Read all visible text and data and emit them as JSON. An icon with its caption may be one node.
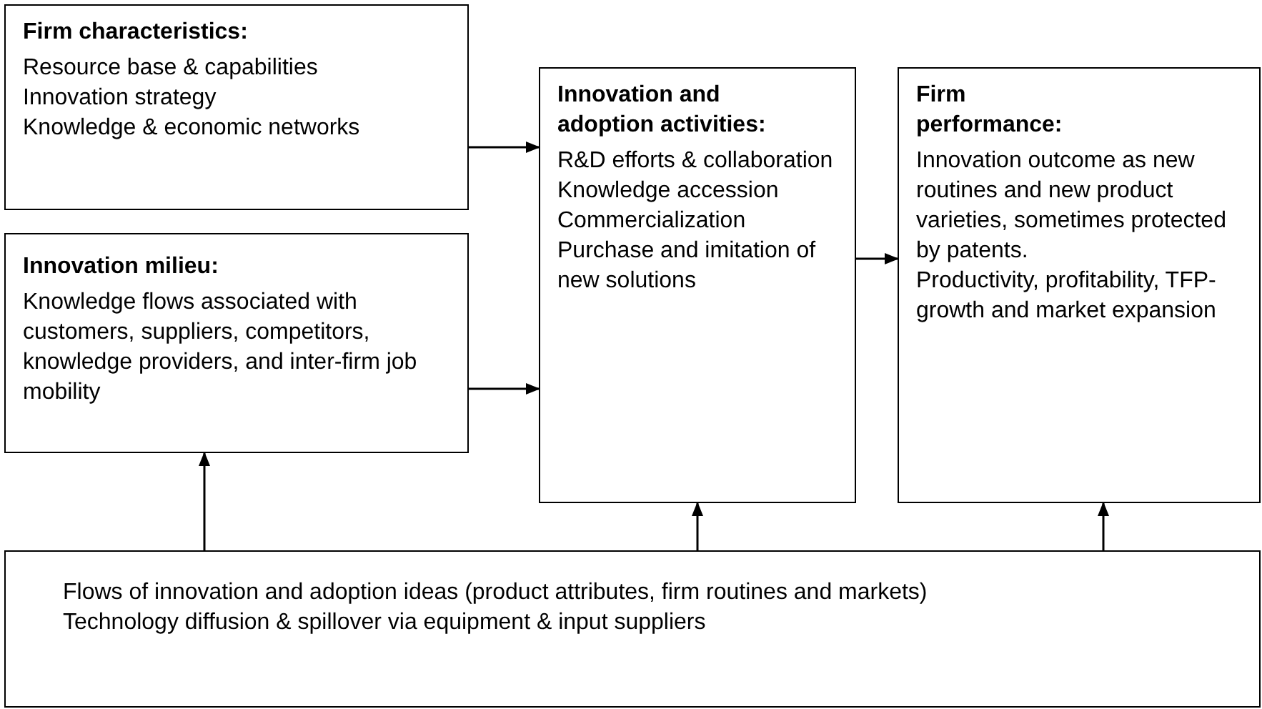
{
  "diagram": {
    "nodes": [
      {
        "text": [
          "Firm characteristics:",
          "Resource base & capabilities",
          "Innovation strategy",
          "Knowledge & economic networks"
        ]
      },
      {
        "text": [
          "Innovation milieu:",
          "Knowledge flows associated with customers, suppliers, competitors, knowledge providers, and inter-firm job mobility"
        ]
      },
      {
        "text": [
          "Innovation and adoption activities:",
          "R&D efforts & collaboration",
          "Knowledge accession",
          "Commercialization",
          "Purchase and imitation of new solutions"
        ]
      },
      {
        "text": [
          "Firm performance:",
          "Innovation outcome as new routines and new product varieties, sometimes protected by patents.",
          "Productivity, profitability, TFP-growth and market expansion"
        ]
      },
      {
        "text": [
          "Flows of innovation and adoption ideas (product attributes, firm routines and markets)",
          "Technology diffusion & spillover via equipment & input suppliers"
        ]
      }
    ],
    "edges": [
      {
        "from": 0,
        "to": 2,
        "arrow": "to"
      },
      {
        "from": 1,
        "to": 2,
        "arrow": "to"
      },
      {
        "from": 2,
        "to": 3,
        "arrow": "to"
      },
      {
        "from": 4,
        "to": 1,
        "arrow": "to"
      },
      {
        "from": 4,
        "to": 2,
        "arrow": "to"
      },
      {
        "from": 4,
        "to": 3,
        "arrow": "to"
      }
    ]
  }
}
